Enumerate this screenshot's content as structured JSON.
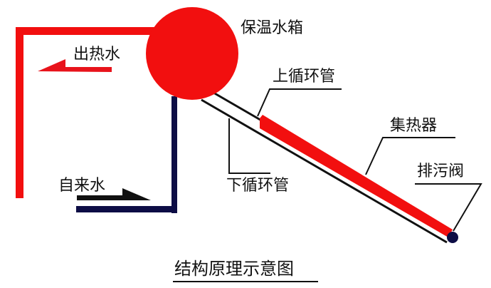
{
  "diagram": {
    "title": "结构原理示意图",
    "labels": {
      "tank": "保温水箱",
      "hot_water_out": "出热水",
      "cold_water_in": "自来水",
      "upper_circulation_pipe": "上循环管",
      "lower_circulation_pipe": "下循环管",
      "collector": "集热器",
      "drain_valve": "排污阀"
    },
    "colors": {
      "hot": "#f20f0f",
      "cold": "#0d0d45",
      "line": "#111111",
      "background": "#ffffff"
    }
  }
}
